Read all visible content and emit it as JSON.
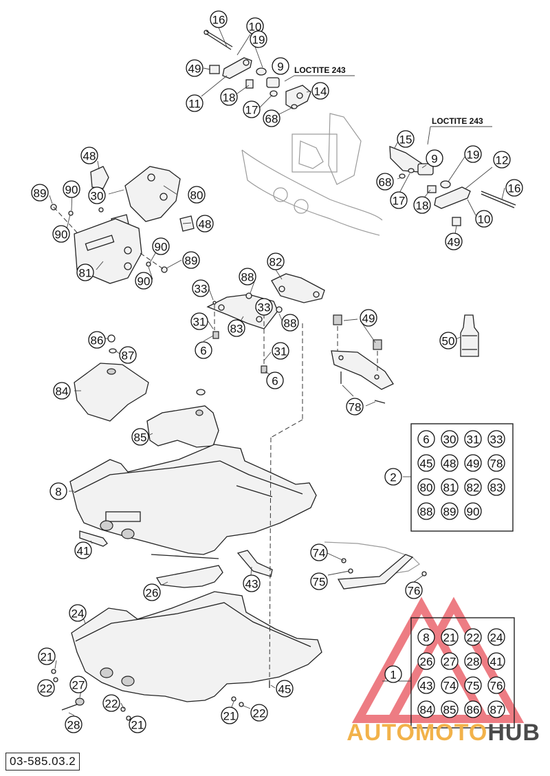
{
  "diagram_code": "03-585.03.2",
  "loctite_label": "LOCTITE 243",
  "watermark": {
    "part1": "AUTOMOTO",
    "part2": "HUB"
  },
  "colors": {
    "watermark_orange": "#f2b24a",
    "watermark_red": "#e8515a",
    "watermark_gray": "#4a4a4a"
  },
  "callouts": {
    "c1": "16",
    "c2": "10",
    "c3": "19",
    "c4": "49",
    "c5": "9",
    "c6": "11",
    "c7": "18",
    "c8": "14",
    "c9": "17",
    "c10": "68",
    "c11": "15",
    "c12": "9",
    "c13": "19",
    "c14": "12",
    "c15": "68",
    "c16": "16",
    "c17": "17",
    "c18": "18",
    "c19": "10",
    "c20": "49",
    "c21": "48",
    "c22": "89",
    "c23": "90",
    "c24": "30",
    "c25": "80",
    "c26": "90",
    "c27": "48",
    "c28": "81",
    "c29": "90",
    "c30": "89",
    "c31": "90",
    "c32": "82",
    "c33": "88",
    "c34": "33",
    "c35": "33",
    "c36": "31",
    "c37": "83",
    "c38": "88",
    "c39": "6",
    "c40": "31",
    "c41": "6",
    "c42": "49",
    "c43": "50",
    "c44": "78",
    "c45": "86",
    "c46": "87",
    "c47": "84",
    "c48": "85",
    "c49": "8",
    "c50": "41",
    "c51": "26",
    "c52": "43",
    "c53": "74",
    "c54": "75",
    "c55": "76",
    "c56": "24",
    "c57": "21",
    "c58": "22",
    "c59": "27",
    "c60": "28",
    "c61": "22",
    "c62": "21",
    "c63": "21",
    "c64": "22",
    "c65": "45",
    "c66": "2",
    "c67": "1"
  },
  "kit2_items": [
    "6",
    "30",
    "31",
    "33",
    "45",
    "48",
    "49",
    "78",
    "80",
    "81",
    "82",
    "83",
    "88",
    "89",
    "90"
  ],
  "kit1_items": [
    "8",
    "21",
    "22",
    "24",
    "26",
    "27",
    "28",
    "41",
    "43",
    "74",
    "75",
    "76",
    "84",
    "85",
    "86",
    "87"
  ]
}
